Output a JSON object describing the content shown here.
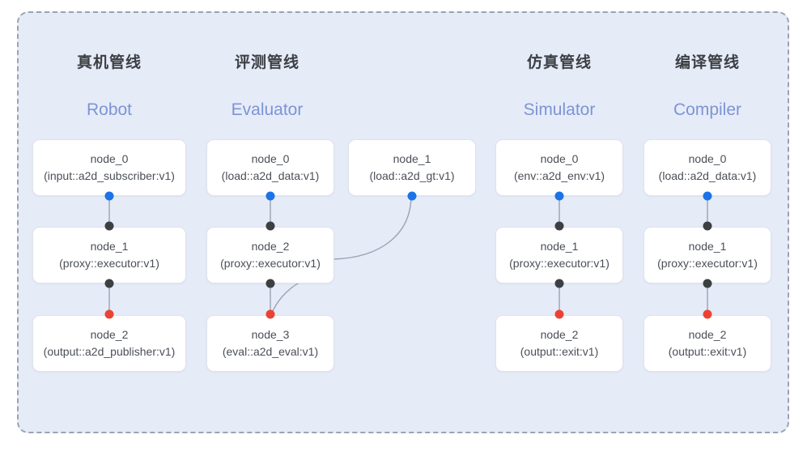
{
  "canvas": {
    "background_color": "#e6ebf8",
    "border_style": "dashed",
    "border_color": "#9aa3b0"
  },
  "colors": {
    "port_output": "#1a73e8",
    "port_link": "#3c4043",
    "port_terminal": "#ea4335",
    "subtitle": "#7b95d4",
    "title": "#3c4043"
  },
  "columns": [
    {
      "id": "robot",
      "title": "真机管线",
      "subtitle": "Robot",
      "nodes": [
        {
          "name": "node_0",
          "type": "(input::a2d_subscriber:v1)"
        },
        {
          "name": "node_1",
          "type": "(proxy::executor:v1)"
        },
        {
          "name": "node_2",
          "type": "(output::a2d_publisher:v1)"
        }
      ]
    },
    {
      "id": "evaluator",
      "title": "评测管线",
      "subtitle": "Evaluator",
      "nodes": [
        {
          "name": "node_0",
          "type": "(load::a2d_data:v1)"
        },
        {
          "name": "node_2",
          "type": "(proxy::executor:v1)"
        },
        {
          "name": "node_3",
          "type": "(eval::a2d_eval:v1)"
        },
        {
          "name": "node_1",
          "type": "(load::a2d_gt:v1)"
        }
      ]
    },
    {
      "id": "simulator",
      "title": "仿真管线",
      "subtitle": "Simulator",
      "nodes": [
        {
          "name": "node_0",
          "type": "(env::a2d_env:v1)"
        },
        {
          "name": "node_1",
          "type": "(proxy::executor:v1)"
        },
        {
          "name": "node_2",
          "type": "(output::exit:v1)"
        }
      ]
    },
    {
      "id": "compiler",
      "title": "编译管线",
      "subtitle": "Compiler",
      "nodes": [
        {
          "name": "node_0",
          "type": "(load::a2d_data:v1)"
        },
        {
          "name": "node_1",
          "type": "(proxy::executor:v1)"
        },
        {
          "name": "node_2",
          "type": "(output::exit:v1)"
        }
      ]
    }
  ]
}
